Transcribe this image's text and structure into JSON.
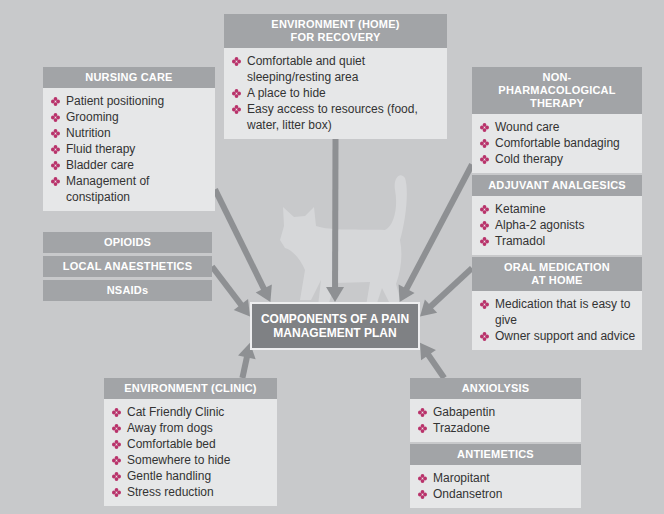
{
  "diagram": {
    "nodes": [
      {
        "text": [
          "ENVIRONMENT (HOME) FOR RECOVERY",
          "Comfortable and quiet sleeping/resting area",
          "A place to hide",
          "Easy access to resources (food, water, litter box)"
        ]
      },
      {
        "text": [
          "NURSING CARE",
          "Patient positioning",
          "Grooming",
          "Nutrition",
          "Fluid therapy",
          "Bladder care",
          "Management of constipation"
        ]
      },
      {
        "text": [
          "NON-PHARMACOLOGICAL THERAPY",
          "Wound care",
          "Comfortable bandaging",
          "Cold therapy"
        ]
      },
      {
        "text": [
          "ADJUVANT ANALGESICS",
          "Ketamine",
          "Alpha-2 agonists",
          "Tramadol"
        ]
      },
      {
        "text": [
          "OPIOIDS"
        ]
      },
      {
        "text": [
          "LOCAL ANAESTHETICS"
        ]
      },
      {
        "text": [
          "NSAIDs"
        ]
      },
      {
        "text": [
          "ORAL MEDICATION AT HOME",
          "Medication that is easy to give",
          "Owner support and advice"
        ]
      },
      {
        "text": [
          "COMPONENTS OF A PAIN MANAGEMENT PLAN"
        ]
      },
      {
        "text": [
          "ENVIRONMENT (CLINIC)",
          "Cat Friendly Clinic",
          "Away from dogs",
          "Comfortable bed",
          "Somewhere to hide",
          "Gentle handling",
          "Stress reduction"
        ]
      },
      {
        "text": [
          "ANXIOLYSIS",
          "Gabapentin",
          "Trazadone"
        ]
      },
      {
        "text": [
          "ANTIEMETICS",
          "Maropitant",
          "Ondansetron"
        ]
      }
    ],
    "edges": [
      {
        "from": 1,
        "to": 8,
        "arrow": "to"
      },
      {
        "from": 0,
        "to": 8,
        "arrow": "to"
      },
      {
        "from": 2,
        "to": 8,
        "arrow": "to"
      },
      {
        "from": 5,
        "to": 8,
        "arrow": "to"
      },
      {
        "from": 7,
        "to": 8,
        "arrow": "to"
      },
      {
        "from": 9,
        "to": 8,
        "arrow": "to"
      },
      {
        "from": 10,
        "to": 8,
        "arrow": "to"
      }
    ]
  }
}
